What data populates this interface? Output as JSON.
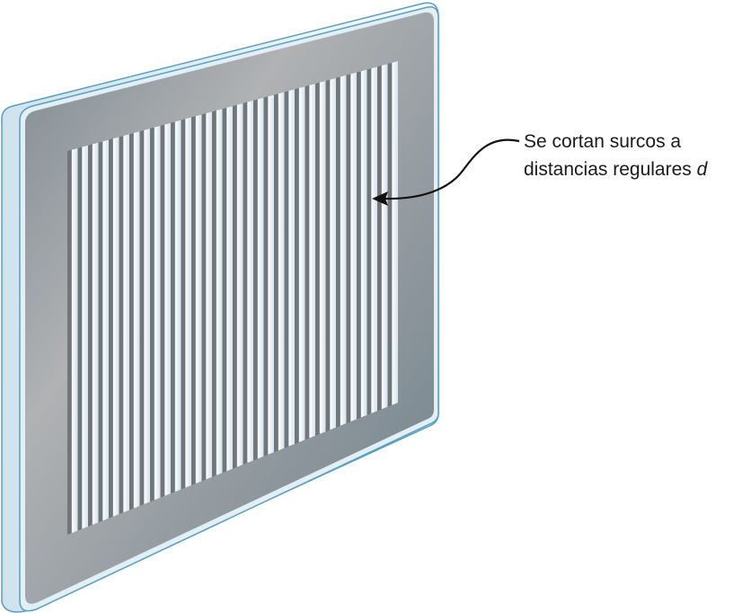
{
  "annotation": {
    "line1": "Se cortan surcos a",
    "line2_text": "distancias regulares ",
    "line2_var": "d"
  },
  "grating": {
    "groove_count": 32
  },
  "colors": {
    "glass_edge": "#5a9fc0",
    "glass_fill": "#dcebf4",
    "frame_gray": "#8e969c",
    "groove_dark": "#6f7579",
    "strip_light": "#f2f6f9",
    "arrow": "#111111"
  }
}
